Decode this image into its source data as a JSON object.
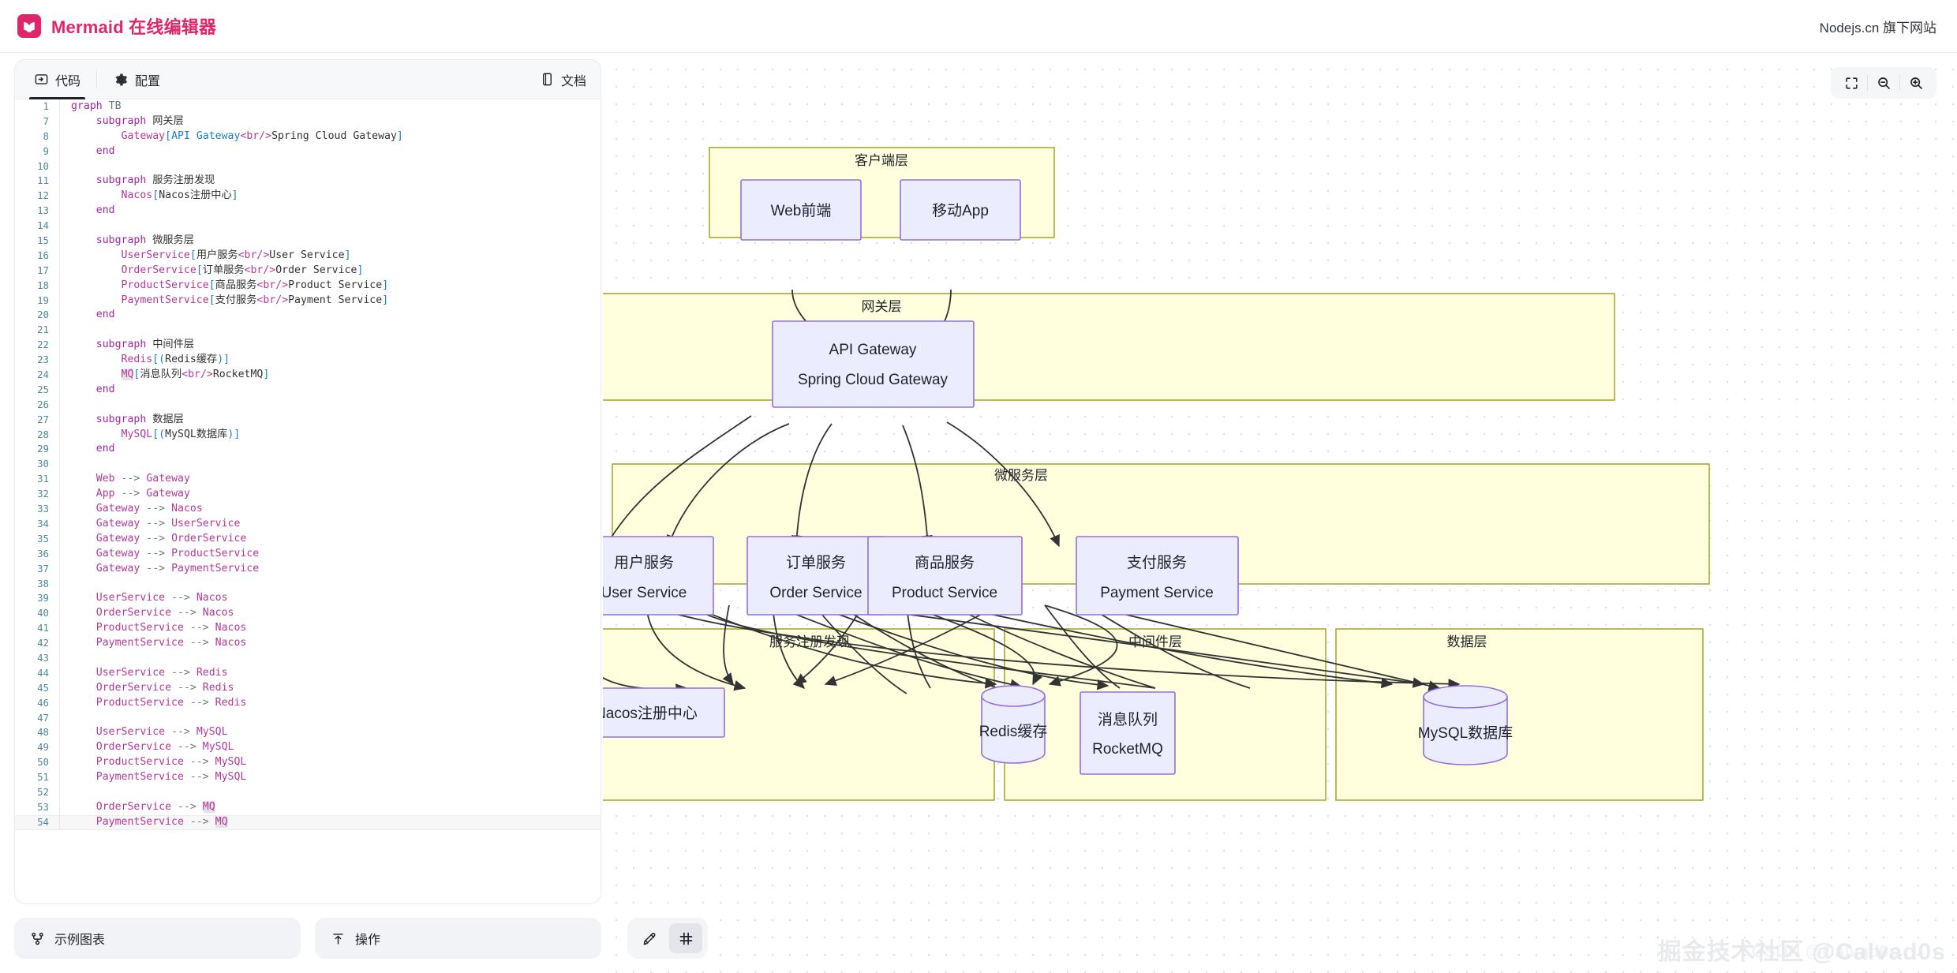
{
  "app": {
    "logo_icon": "mermaid-logo-icon",
    "title": "Mermaid 在线编辑器",
    "top_right_note": "Nodejs.cn 旗下网站"
  },
  "editor": {
    "tabs": [
      {
        "label": "代码",
        "icon": "code-icon",
        "active": true
      },
      {
        "label": "配置",
        "icon": "gear-icon",
        "active": false
      }
    ],
    "docs": {
      "label": "文档",
      "icon": "book-icon"
    },
    "current_line": 54,
    "lines": [
      {
        "n": 1,
        "text": "graph TB"
      },
      {
        "n": 7,
        "text": "    subgraph 网关层"
      },
      {
        "n": 8,
        "text": "        Gateway[API Gateway<br/>Spring Cloud Gateway]"
      },
      {
        "n": 9,
        "text": "    end"
      },
      {
        "n": 10,
        "text": ""
      },
      {
        "n": 11,
        "text": "    subgraph 服务注册发现"
      },
      {
        "n": 12,
        "text": "        Nacos[Nacos注册中心]"
      },
      {
        "n": 13,
        "text": "    end"
      },
      {
        "n": 14,
        "text": ""
      },
      {
        "n": 15,
        "text": "    subgraph 微服务层"
      },
      {
        "n": 16,
        "text": "        UserService[用户服务<br/>User Service]"
      },
      {
        "n": 17,
        "text": "        OrderService[订单服务<br/>Order Service]"
      },
      {
        "n": 18,
        "text": "        ProductService[商品服务<br/>Product Service]"
      },
      {
        "n": 19,
        "text": "        PaymentService[支付服务<br/>Payment Service]"
      },
      {
        "n": 20,
        "text": "    end"
      },
      {
        "n": 21,
        "text": ""
      },
      {
        "n": 22,
        "text": "    subgraph 中间件层"
      },
      {
        "n": 23,
        "text": "        Redis[(Redis缓存)]"
      },
      {
        "n": 24,
        "text": "        MQ[消息队列<br/>RocketMQ]"
      },
      {
        "n": 25,
        "text": "    end"
      },
      {
        "n": 26,
        "text": ""
      },
      {
        "n": 27,
        "text": "    subgraph 数据层"
      },
      {
        "n": 28,
        "text": "        MySQL[(MySQL数据库)]"
      },
      {
        "n": 29,
        "text": "    end"
      },
      {
        "n": 30,
        "text": ""
      },
      {
        "n": 31,
        "text": "    Web --> Gateway"
      },
      {
        "n": 32,
        "text": "    App --> Gateway"
      },
      {
        "n": 33,
        "text": "    Gateway --> Nacos"
      },
      {
        "n": 34,
        "text": "    Gateway --> UserService"
      },
      {
        "n": 35,
        "text": "    Gateway --> OrderService"
      },
      {
        "n": 36,
        "text": "    Gateway --> ProductService"
      },
      {
        "n": 37,
        "text": "    Gateway --> PaymentService"
      },
      {
        "n": 38,
        "text": ""
      },
      {
        "n": 39,
        "text": "    UserService --> Nacos"
      },
      {
        "n": 40,
        "text": "    OrderService --> Nacos"
      },
      {
        "n": 41,
        "text": "    ProductService --> Nacos"
      },
      {
        "n": 42,
        "text": "    PaymentService --> Nacos"
      },
      {
        "n": 43,
        "text": ""
      },
      {
        "n": 44,
        "text": "    UserService --> Redis"
      },
      {
        "n": 45,
        "text": "    OrderService --> Redis"
      },
      {
        "n": 46,
        "text": "    ProductService --> Redis"
      },
      {
        "n": 47,
        "text": ""
      },
      {
        "n": 48,
        "text": "    UserService --> MySQL"
      },
      {
        "n": 49,
        "text": "    OrderService --> MySQL"
      },
      {
        "n": 50,
        "text": "    ProductService --> MySQL"
      },
      {
        "n": 51,
        "text": "    PaymentService --> MySQL"
      },
      {
        "n": 52,
        "text": ""
      },
      {
        "n": 53,
        "text": "    OrderService --> MQ"
      },
      {
        "n": 54,
        "text": "    PaymentService --> MQ"
      }
    ]
  },
  "bottom_bar": {
    "sample_button": {
      "label": "示例图表",
      "icon": "sitemap-icon"
    },
    "actions_button": {
      "label": "操作",
      "icon": "share-icon"
    },
    "tools": [
      {
        "name": "pen-icon",
        "active": false
      },
      {
        "name": "grid-icon",
        "active": true
      }
    ]
  },
  "canvas_controls": [
    {
      "name": "fullscreen-icon",
      "label": ""
    },
    {
      "name": "zoom-out-icon",
      "label": ""
    },
    {
      "name": "zoom-in-icon",
      "label": ""
    }
  ],
  "watermark": {
    "primary": "掘金技术社区 @Calvad0s",
    "secondary": "CSDN @Calvad0s"
  },
  "colors": {
    "brand": "#e0266a",
    "subgraph_fill": "#ffffde",
    "subgraph_stroke": "#aaaa33",
    "node_fill": "#ececff",
    "node_stroke": "#9370db",
    "edge": "#333333"
  },
  "diagram": {
    "type": "flowchart",
    "direction": "TB",
    "subgraphs": [
      {
        "id": "client",
        "label": "客户端层",
        "nodes": [
          "Web",
          "App"
        ]
      },
      {
        "id": "gateway",
        "label": "网关层",
        "nodes": [
          "Gateway"
        ]
      },
      {
        "id": "micro",
        "label": "微服务层",
        "nodes": [
          "UserService",
          "OrderService",
          "ProductService",
          "PaymentService"
        ]
      },
      {
        "id": "registry",
        "label": "服务注册发现",
        "nodes": [
          "Nacos"
        ]
      },
      {
        "id": "middle",
        "label": "中间件层",
        "nodes": [
          "Redis",
          "MQ"
        ]
      },
      {
        "id": "data",
        "label": "数据层",
        "nodes": [
          "MySQL"
        ]
      }
    ],
    "nodes": [
      {
        "id": "Web",
        "lines": [
          "Web前端"
        ],
        "shape": "rect"
      },
      {
        "id": "App",
        "lines": [
          "移动App"
        ],
        "shape": "rect"
      },
      {
        "id": "Gateway",
        "lines": [
          "API Gateway",
          "Spring Cloud Gateway"
        ],
        "shape": "rect"
      },
      {
        "id": "UserService",
        "lines": [
          "用户服务",
          "User Service"
        ],
        "shape": "rect"
      },
      {
        "id": "OrderService",
        "lines": [
          "订单服务",
          "Order Service"
        ],
        "shape": "rect"
      },
      {
        "id": "ProductService",
        "lines": [
          "商品服务",
          "Product Service"
        ],
        "shape": "rect"
      },
      {
        "id": "PaymentService",
        "lines": [
          "支付服务",
          "Payment Service"
        ],
        "shape": "rect"
      },
      {
        "id": "Nacos",
        "lines": [
          "Nacos注册中心"
        ],
        "shape": "rect"
      },
      {
        "id": "Redis",
        "lines": [
          "Redis缓存"
        ],
        "shape": "cylinder"
      },
      {
        "id": "MQ",
        "lines": [
          "消息队列",
          "RocketMQ"
        ],
        "shape": "rect"
      },
      {
        "id": "MySQL",
        "lines": [
          "MySQL数据库"
        ],
        "shape": "cylinder"
      }
    ],
    "edges": [
      {
        "from": "Web",
        "to": "Gateway"
      },
      {
        "from": "App",
        "to": "Gateway"
      },
      {
        "from": "Gateway",
        "to": "Nacos"
      },
      {
        "from": "Gateway",
        "to": "UserService"
      },
      {
        "from": "Gateway",
        "to": "OrderService"
      },
      {
        "from": "Gateway",
        "to": "ProductService"
      },
      {
        "from": "Gateway",
        "to": "PaymentService"
      },
      {
        "from": "UserService",
        "to": "Nacos"
      },
      {
        "from": "OrderService",
        "to": "Nacos"
      },
      {
        "from": "ProductService",
        "to": "Nacos"
      },
      {
        "from": "PaymentService",
        "to": "Nacos"
      },
      {
        "from": "UserService",
        "to": "Redis"
      },
      {
        "from": "OrderService",
        "to": "Redis"
      },
      {
        "from": "ProductService",
        "to": "Redis"
      },
      {
        "from": "UserService",
        "to": "MySQL"
      },
      {
        "from": "OrderService",
        "to": "MySQL"
      },
      {
        "from": "ProductService",
        "to": "MySQL"
      },
      {
        "from": "PaymentService",
        "to": "MySQL"
      },
      {
        "from": "OrderService",
        "to": "MQ"
      },
      {
        "from": "PaymentService",
        "to": "MQ"
      }
    ]
  }
}
